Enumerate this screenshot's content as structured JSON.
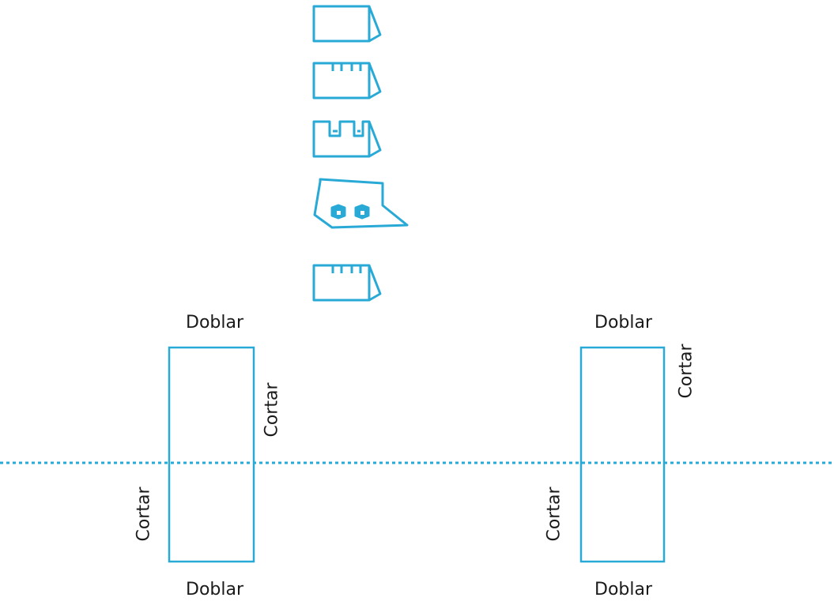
{
  "colors": {
    "accent": "#29a9d6",
    "text": "#1a1a1a",
    "background": "#ffffff"
  },
  "steps": [
    {
      "icon": "folded-card-icon"
    },
    {
      "icon": "card-with-slits-icon"
    },
    {
      "icon": "card-with-cutouts-icon"
    },
    {
      "icon": "card-popup-steps-icon"
    },
    {
      "icon": "card-with-slits-icon"
    }
  ],
  "templates": [
    {
      "top_label": "Doblar",
      "bottom_label": "Doblar",
      "right_label": "Cortar",
      "left_label": "Cortar"
    },
    {
      "top_label": "Doblar",
      "bottom_label": "Doblar",
      "right_label": "Cortar",
      "left_label": "Cortar"
    }
  ],
  "fold_line": {
    "style": "dotted"
  }
}
